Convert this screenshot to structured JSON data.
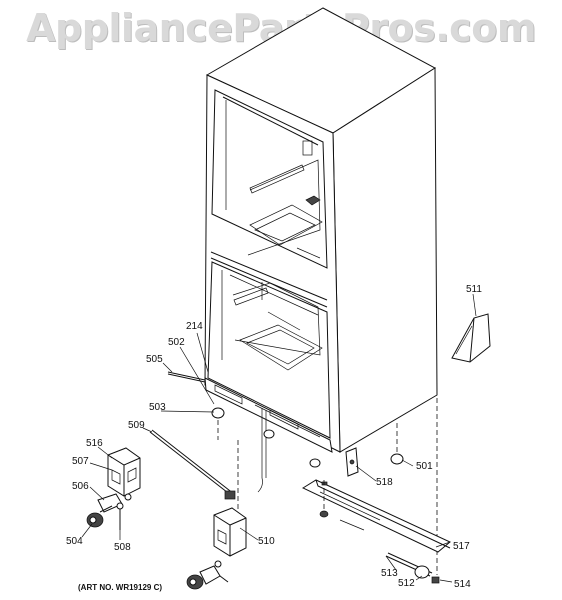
{
  "watermark": "AppliancePartsPros.com",
  "art_number": "(ART NO. WR19129 C)",
  "callouts": {
    "c501": "501",
    "c502": "502",
    "c503": "503",
    "c504": "504",
    "c505": "505",
    "c506": "506",
    "c507": "507",
    "c508": "508",
    "c509": "509",
    "c510": "510",
    "c511": "511",
    "c512": "512",
    "c513": "513",
    "c514": "514",
    "c516": "516",
    "c517": "517",
    "c518": "518",
    "c214": "214"
  }
}
